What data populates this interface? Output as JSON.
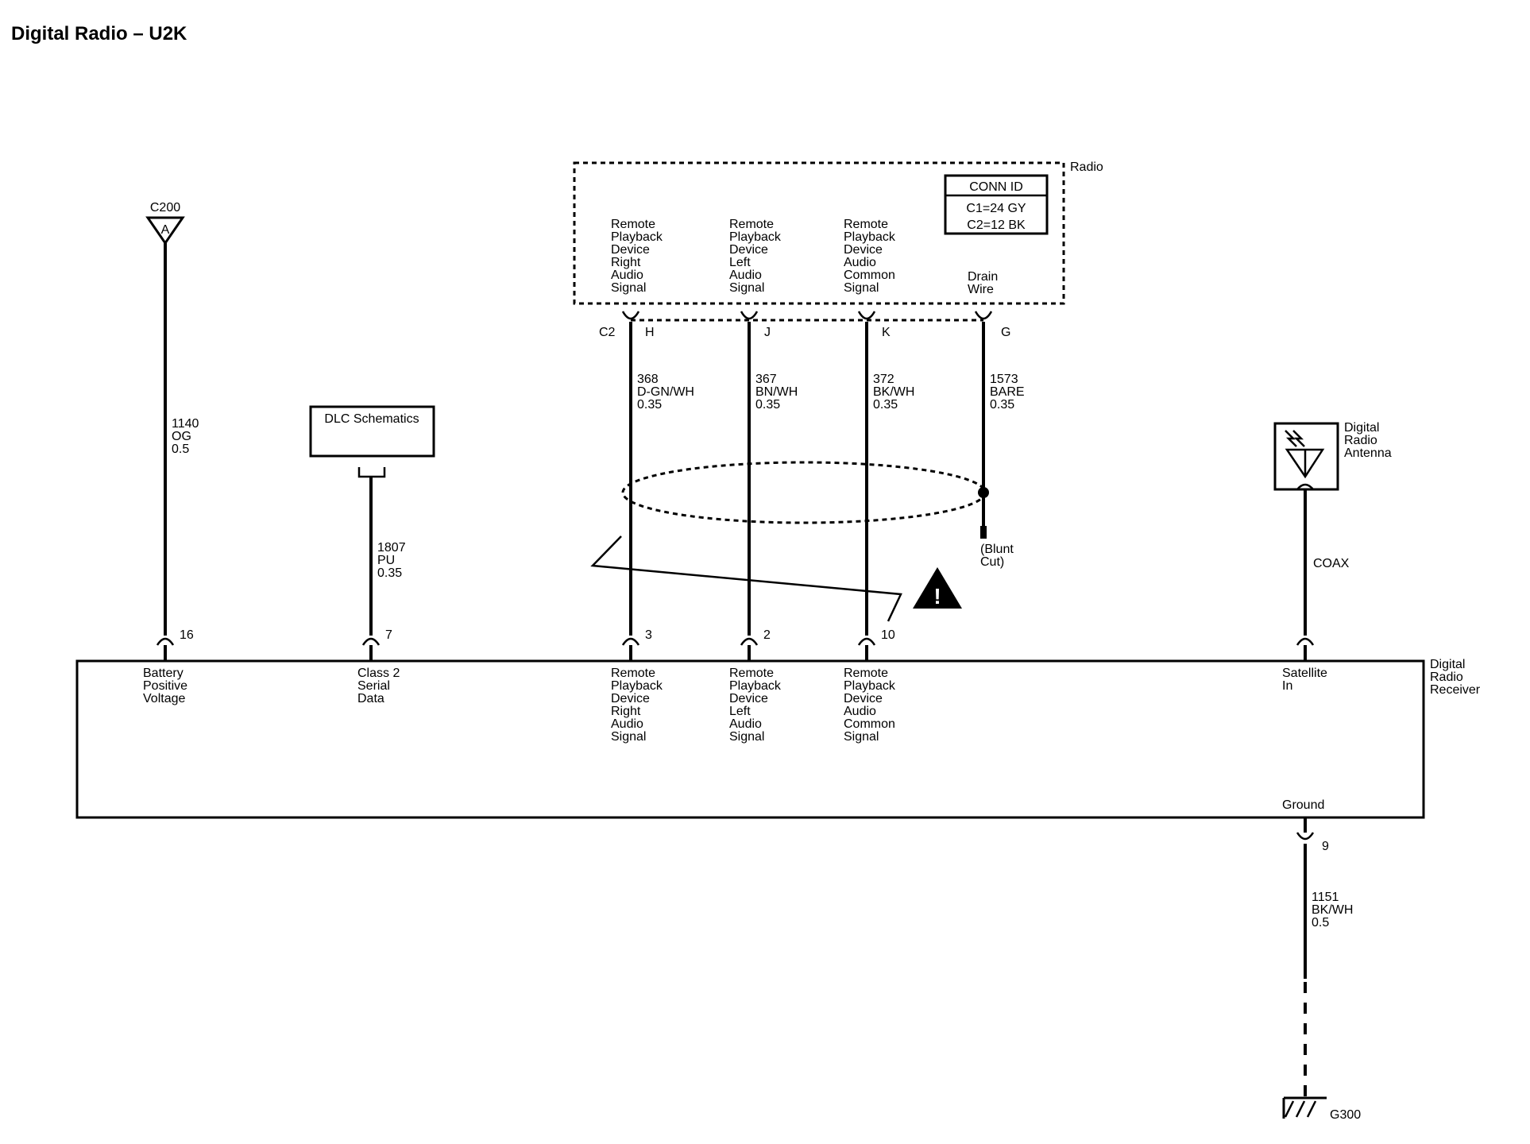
{
  "title": "Digital Radio – U2K",
  "radio": {
    "name": "Radio",
    "conn_id": {
      "header": "CONN ID",
      "c1": "C1=24 GY",
      "c2": "C2=12 BK"
    },
    "connector": "C2",
    "pins": [
      {
        "label": [
          "Remote",
          "Playback",
          "Device",
          "Right",
          "Audio",
          "Signal"
        ],
        "pin": "H"
      },
      {
        "label": [
          "Remote",
          "Playback",
          "Device",
          "Left",
          "Audio",
          "Signal"
        ],
        "pin": "J"
      },
      {
        "label": [
          "Remote",
          "Playback",
          "Device",
          "Audio",
          "Common",
          "Signal"
        ],
        "pin": "K"
      },
      {
        "label": [
          "Drain",
          "Wire"
        ],
        "pin": "G"
      }
    ]
  },
  "wires": [
    {
      "circuit": "1140",
      "color": "OG",
      "gauge": "0.5"
    },
    {
      "circuit": "1807",
      "color": "PU",
      "gauge": "0.35"
    },
    {
      "circuit": "368",
      "color": "D-GN/WH",
      "gauge": "0.35"
    },
    {
      "circuit": "367",
      "color": "BN/WH",
      "gauge": "0.35"
    },
    {
      "circuit": "372",
      "color": "BK/WH",
      "gauge": "0.35"
    },
    {
      "circuit": "1573",
      "color": "BARE",
      "gauge": "0.35"
    },
    {
      "circuit": "COAX"
    },
    {
      "circuit": "1151",
      "color": "BK/WH",
      "gauge": "0.5"
    }
  ],
  "c200": {
    "name": "C200",
    "pin": "A"
  },
  "dlc": {
    "label": "DLC Schematics"
  },
  "blunt_cut": [
    "(Blunt",
    "Cut)"
  ],
  "antenna": {
    "label": [
      "Digital",
      "Radio",
      "Antenna"
    ]
  },
  "receiver": {
    "name": [
      "Digital",
      "Radio",
      "Receiver"
    ],
    "pins": [
      {
        "num": "16",
        "label": [
          "Battery",
          "Positive",
          "Voltage"
        ]
      },
      {
        "num": "7",
        "label": [
          "Class 2",
          "Serial",
          "Data"
        ]
      },
      {
        "num": "3",
        "label": [
          "Remote",
          "Playback",
          "Device",
          "Right",
          "Audio",
          "Signal"
        ]
      },
      {
        "num": "2",
        "label": [
          "Remote",
          "Playback",
          "Device",
          "Left",
          "Audio",
          "Signal"
        ]
      },
      {
        "num": "10",
        "label": [
          "Remote",
          "Playback",
          "Device",
          "Audio",
          "Common",
          "Signal"
        ]
      },
      {
        "num": "",
        "label": [
          "Satellite",
          "In"
        ]
      }
    ],
    "ground": {
      "label": "Ground",
      "num": "9"
    }
  },
  "ground_point": "G300"
}
